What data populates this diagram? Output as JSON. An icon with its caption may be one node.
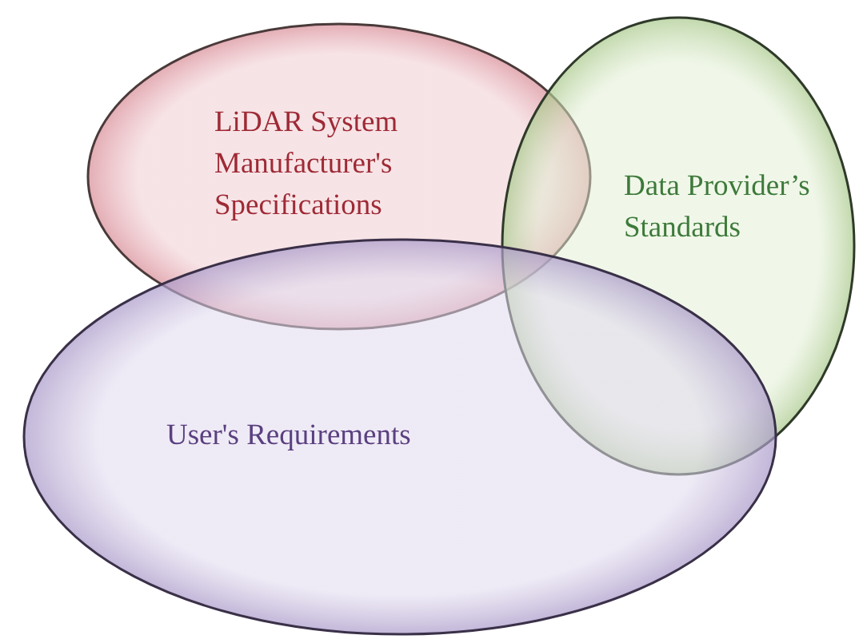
{
  "diagram": {
    "nodes": [
      {
        "text": [
          "LiDAR System Manufacturer's Specifications"
        ]
      },
      {
        "text": [
          "Data Provider’s Standards"
        ]
      },
      {
        "text": [
          "User's Requirements"
        ]
      }
    ]
  }
}
